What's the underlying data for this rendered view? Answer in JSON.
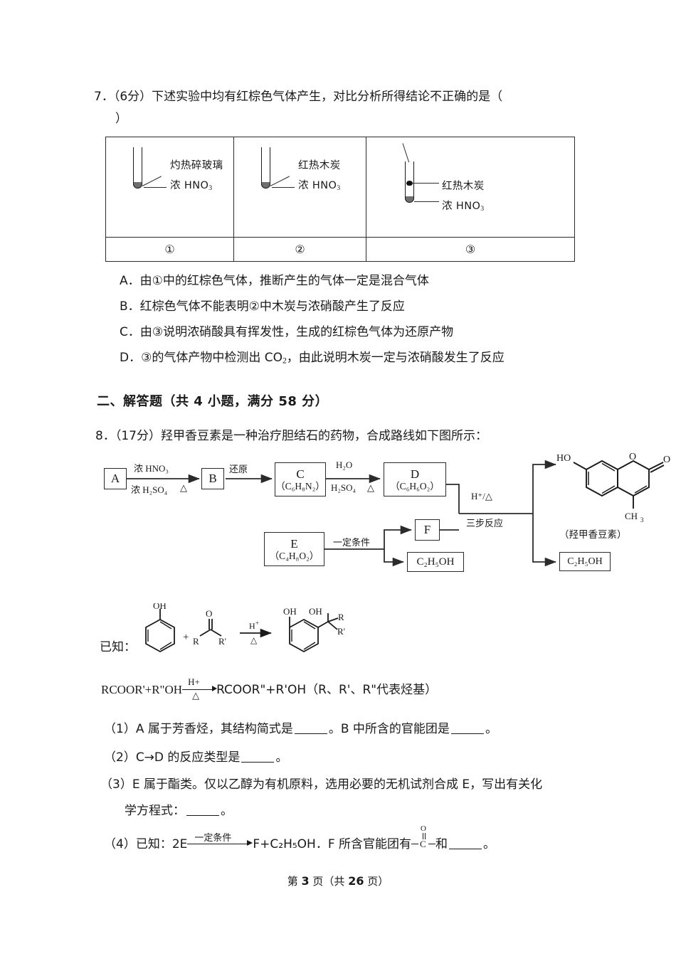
{
  "question7": {
    "number": "7．",
    "score": "（6分）",
    "stem": "下述实验中均有红棕色气体产生，对比分析所得结论不正确的是（",
    "stem_cont": "）",
    "table": {
      "captions": [
        "①",
        "②",
        "③"
      ],
      "cells": [
        {
          "id": "cell-1",
          "labels": [
            "灼热碎玻璃",
            "浓 HNO₃"
          ]
        },
        {
          "id": "cell-2",
          "labels": [
            "红热木炭",
            "浓 HNO₃"
          ]
        },
        {
          "id": "cell-3",
          "labels": [
            "红热木炭",
            "浓 HNO₃"
          ]
        }
      ],
      "label_top_1": "灼热碎玻璃",
      "label_bot_1": "浓 HNO",
      "label_top_2": "红热木炭",
      "label_bot_2": "浓 HNO",
      "label_top_3": "红热木炭",
      "label_bot_3": "浓 HNO",
      "sub3": "3"
    },
    "choices": [
      {
        "letter": "A．",
        "text": "由①中的红棕色气体，推断产生的气体一定是混合气体"
      },
      {
        "letter": "B．",
        "text": "红棕色气体不能表明②中木炭与浓硝酸产生了反应"
      },
      {
        "letter": "C．",
        "text": "由③说明浓硝酸具有挥发性，生成的红棕色气体为还原产物"
      },
      {
        "letter": "D．",
        "text_a": "③的气体产物中检测出 CO",
        "sub": "2",
        "text_b": "，由此说明木炭一定与浓硝酸发生了反应"
      }
    ]
  },
  "section2": {
    "title": "二、解答题（共 4 小题，满分 58 分）"
  },
  "question8": {
    "number": "8．",
    "score": "（17分）",
    "stem": "羟甲香豆素是一种治疗胆结石的药物，合成路线如下图所示：",
    "scheme": {
      "boxA": "A",
      "boxB": "B",
      "boxC": "C",
      "boxC_formula": "（C₆H₈N₂）",
      "boxD": "D",
      "boxD_formula": "（C₆H₆O₂）",
      "boxE": "E",
      "boxE_formula": "（C₄H₈O₂）",
      "boxF": "F",
      "boxEtOH": "C₂H₅OH",
      "boxEtOH2": "C₂H₅OH",
      "cond_AB_top": "浓 HNO₃",
      "cond_AB_bot": "浓 H₂SO₄",
      "cond_AB_delta": "△",
      "cond_BC": "还原",
      "cond_CD_top": "H₂O",
      "cond_CD_bot": "H₂SO₄",
      "cond_CD_delta": "△",
      "cond_E": "一定条件",
      "cond_final_top": "H⁺/△",
      "cond_final_bot": "三步反应",
      "product_name": "（羟甲香豆素）",
      "product_HO": "HO",
      "product_O_ring": "O",
      "product_O_carbonyl": "O",
      "product_CH3": "CH₃"
    },
    "known_label": "已知：",
    "known_eq1": {
      "oh_left": "OH",
      "plus": "+",
      "r_left": "R",
      "r_right": "R'",
      "o_carbonyl": "O",
      "arrow_top": "H⁺",
      "arrow_bot": "△",
      "oh_prod_1": "OH",
      "oh_prod_2": "OH",
      "r_prod_1": "R",
      "r_prod_2": "R'"
    },
    "known_eq2": "RCOOR'+R\"OH",
    "known_eq2_arrow_top": "H+",
    "known_eq2_arrow_bot": "△",
    "known_eq2_cont": "RCOOR\"+R'OH（R、R'、R\"代表烃基）",
    "sub_questions": {
      "q1_a": "（1）A 属于芳香烃，其结构简式是",
      "q1_b": "。B 中所含的官能团是",
      "q1_c": "。",
      "q2_a": "（2）C→D 的反应类型是",
      "q2_b": "。",
      "q3_a": "（3）E 属于酯类。仅以乙醇为有机原料，选用必要的无机试剂合成 E，写出有关化",
      "q3_b": "学方程式：",
      "q3_c": "。",
      "q4_a": "（4）已知：2E",
      "q4_arrow": "一定条件",
      "q4_b": "F+C₂H₅OH．F 所含官能团有",
      "q4_group_C": "C",
      "q4_group_O": "O",
      "q4_c": "和",
      "q4_d": "。"
    }
  },
  "footer": {
    "prefix": "第",
    "page": "3",
    "mid": "页（共",
    "total": "26",
    "suffix": "页）"
  }
}
